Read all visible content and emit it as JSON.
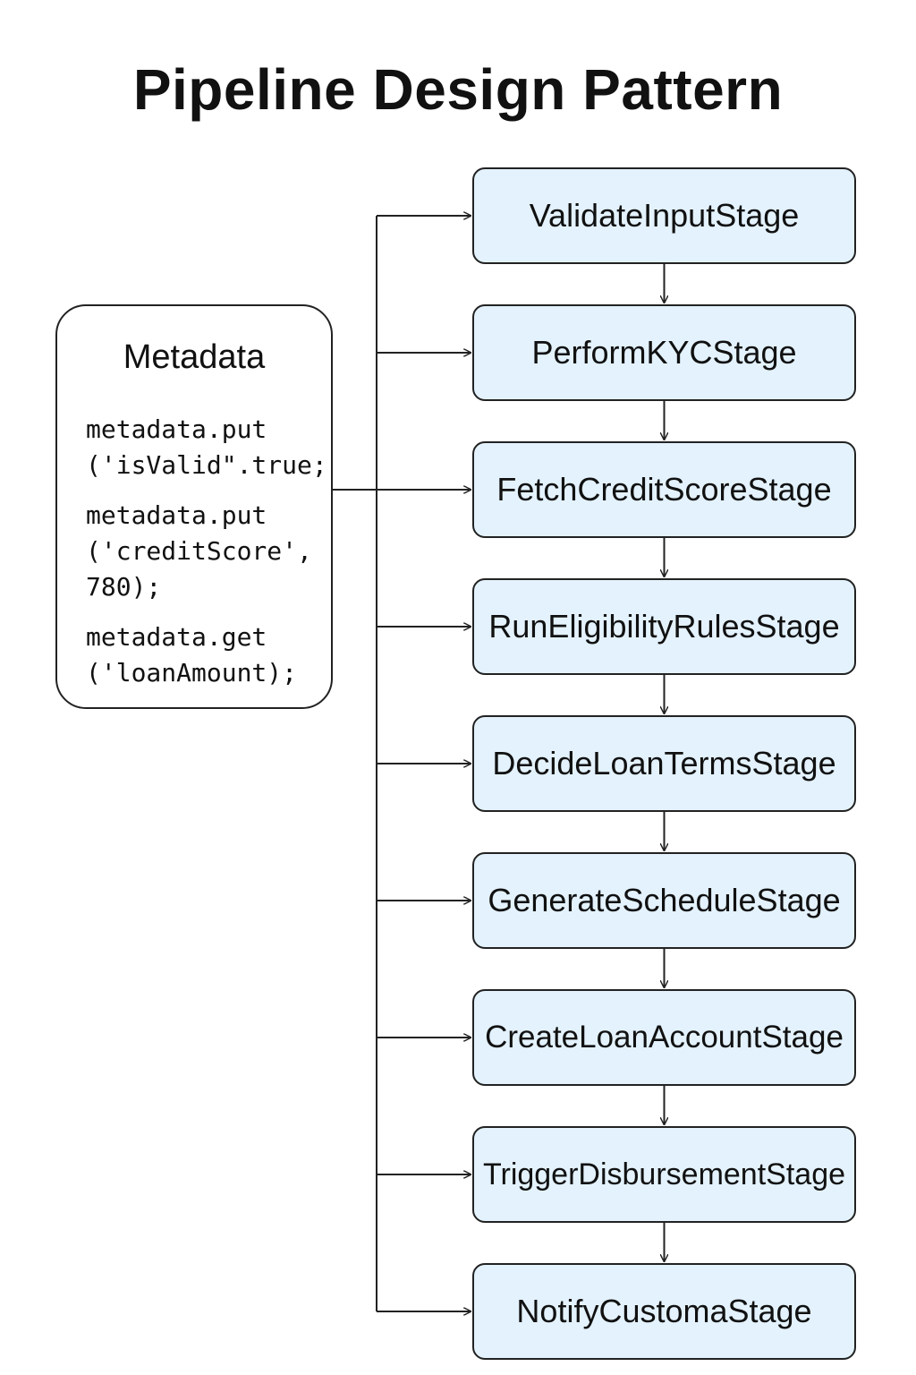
{
  "title": "Pipeline Design Pattern",
  "metadata": {
    "title": "Metadata",
    "statements": [
      [
        "metadata.put",
        "('isValid\".true;"
      ],
      [
        "metadata.put",
        "('creditScore',",
        "780);"
      ],
      [
        "metadata.get",
        "('loanAmount);"
      ]
    ]
  },
  "stages": [
    "ValidateInputStage",
    "PerformKYCStage",
    "FetchCreditScoreStage",
    "RunEligibilityRulesStage",
    "DecideLoanTermsStage",
    "GenerateScheduleStage",
    "CreateLoanAccountStage",
    "TriggerDisbursementStage",
    "NotifyCustomaStage"
  ]
}
